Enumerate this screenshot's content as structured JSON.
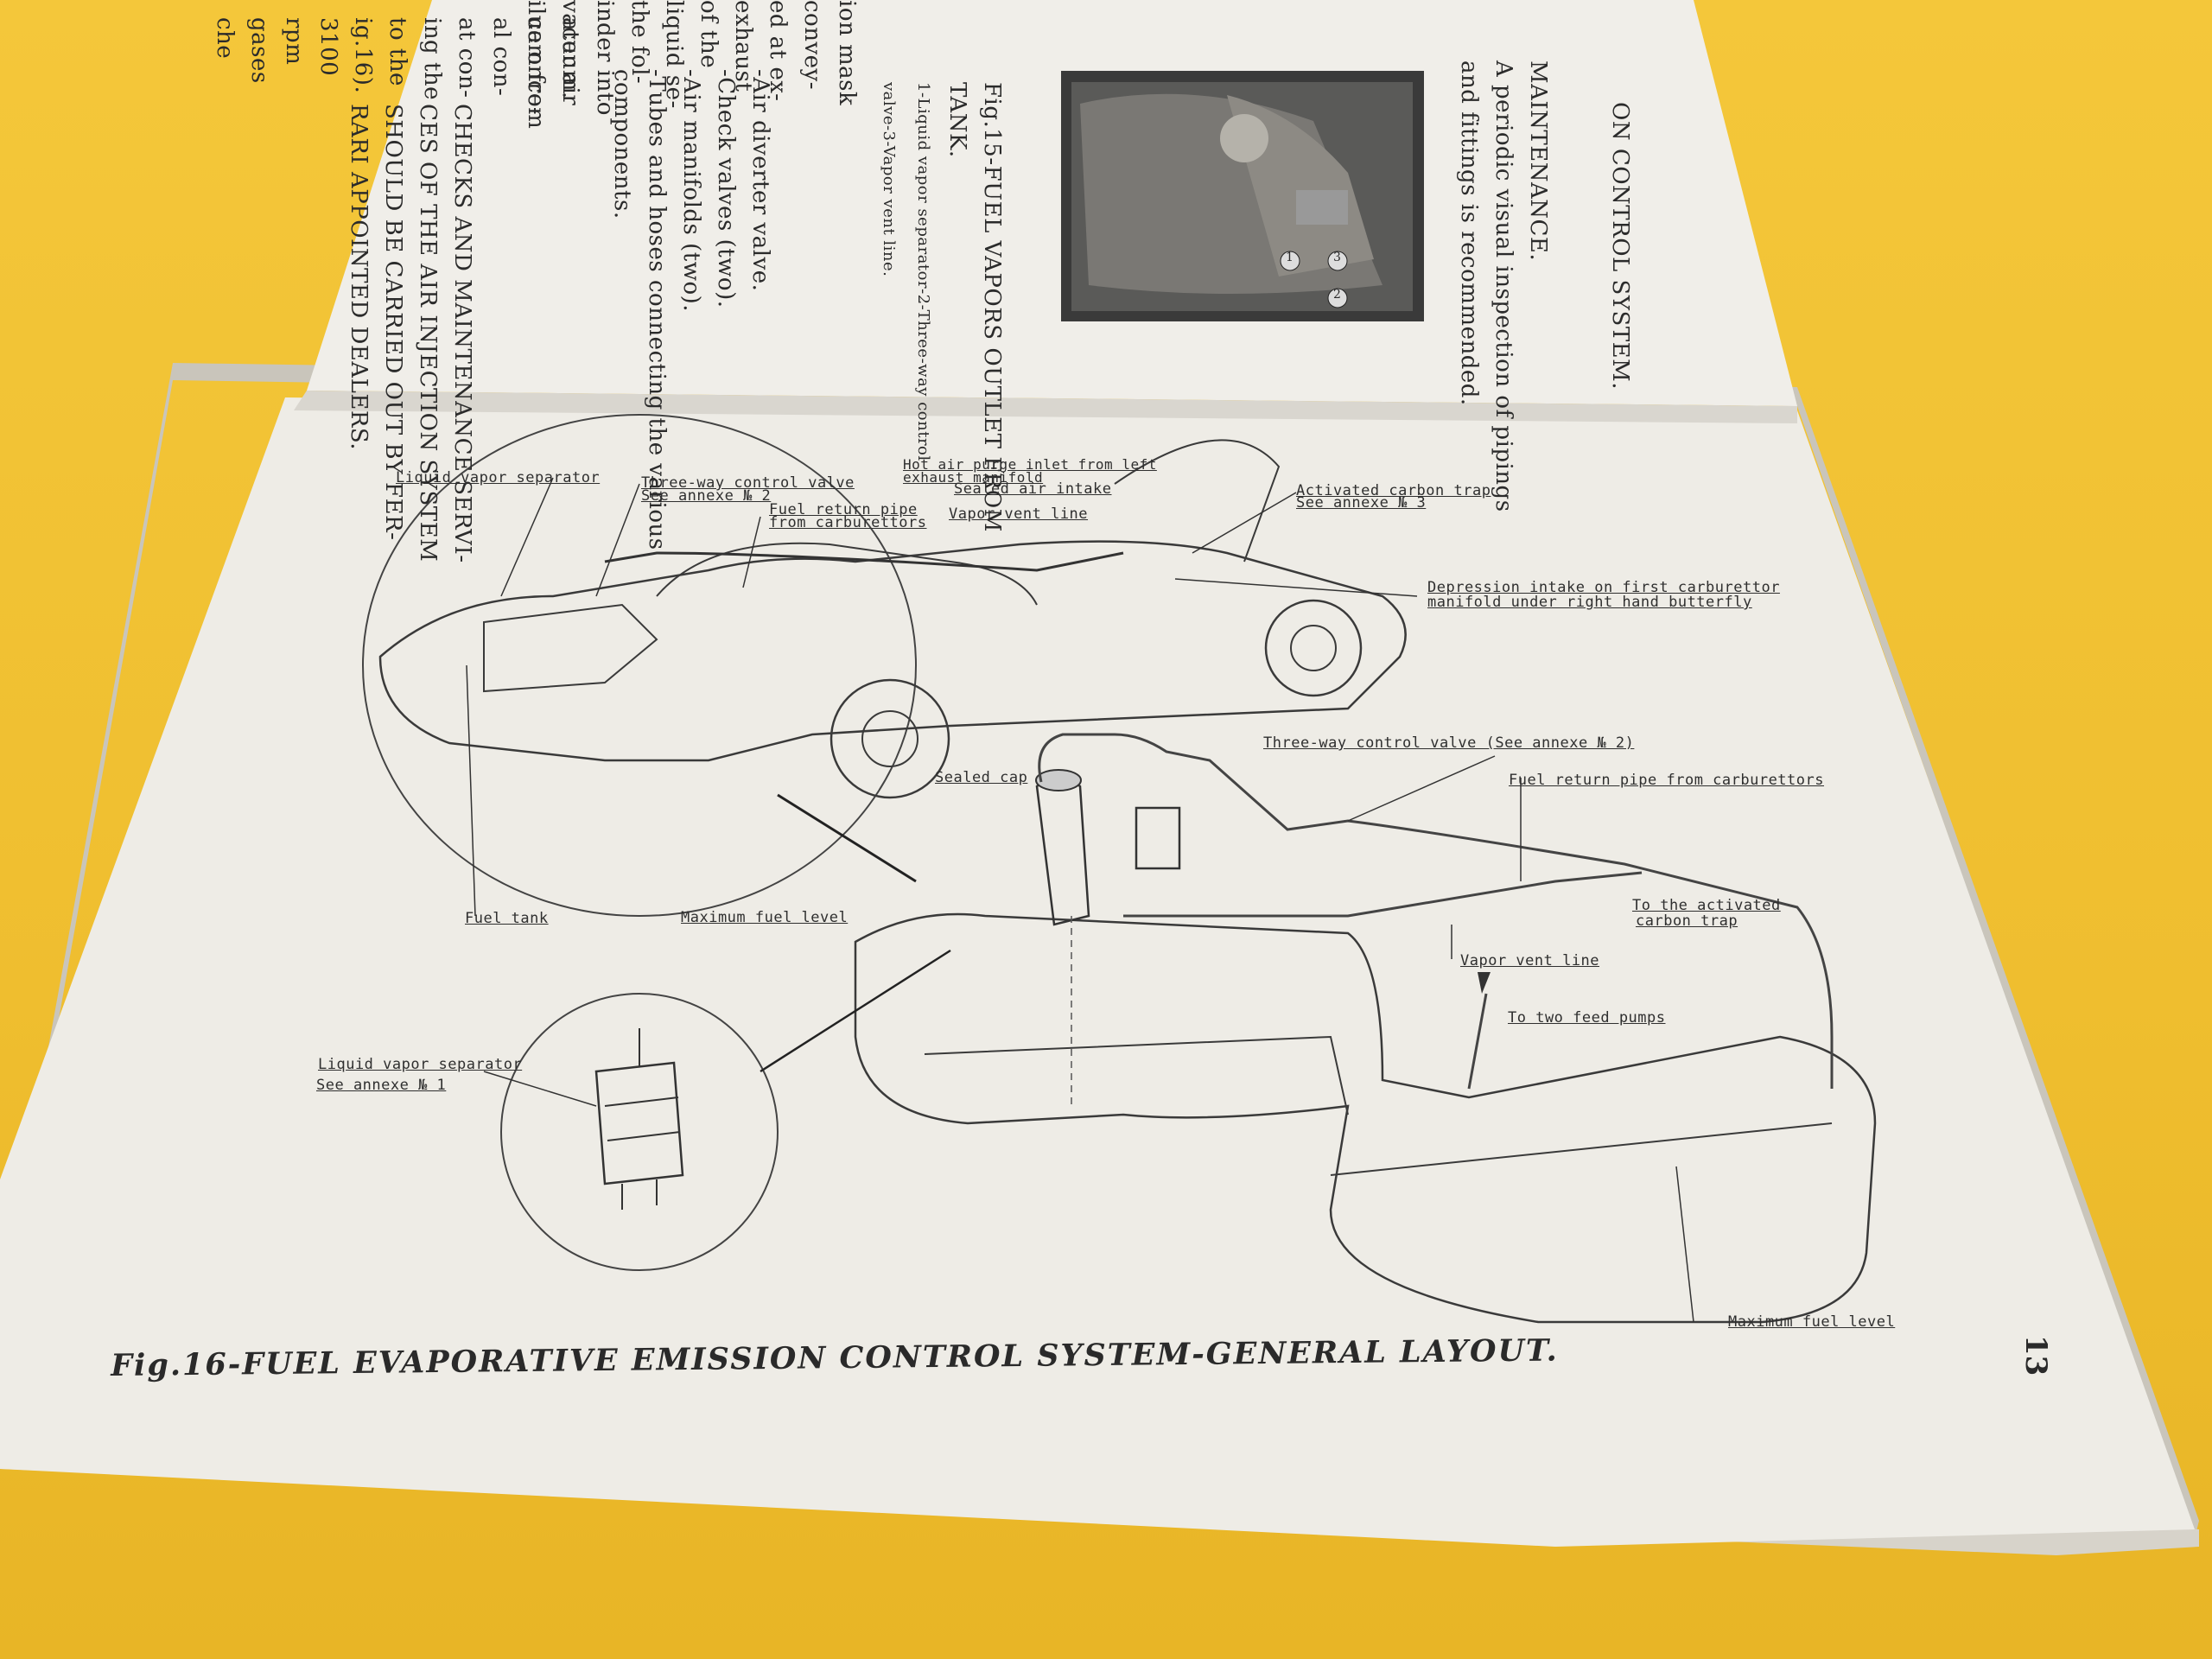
{
  "upper_page": {
    "heading": "ON CONTROL SYSTEM.",
    "maintenance_heading": "MAINTENANCE.",
    "maintenance_lines": [
      "A periodic visual inspection of pipings",
      "and fittings is recommended."
    ],
    "fig15_lines": [
      "Fig.15-FUEL VAPORS OUTLET FROM",
      "TANK.",
      "1-Liquid vapor separator-2-Three-way control",
      "valve-3-Vapor vent line."
    ],
    "photo_callouts": [
      "1",
      "2",
      "3"
    ],
    "left_column_fragments": [
      "ion mask",
      "convey-",
      "ed at ex-",
      "exhaust",
      "",
      "of the",
      "",
      "liquid se-",
      "",
      "the fol-",
      "inder into",
      "vacuum.",
      "ilue once-"
    ],
    "edge_column_fragments": [
      "ater air",
      "cam from",
      "al con-",
      "",
      "at con-",
      "ing the",
      "to the",
      "ig.16).",
      "3100",
      "rpm",
      "gases",
      "che"
    ],
    "component_list": [
      "-Air diverter valve.",
      "-Check valves (two).",
      "-Air manifolds (two).",
      "-Tubes and hoses connecting the various",
      "components."
    ],
    "service_note": [
      "CHECKS AND MAINTENANCE SERVI-",
      "CES OF THE AIR INJECTION SYSTEM",
      "SHOULD BE CARRIED OUT BY FER-",
      "RARI APPOINTED DEALERS."
    ]
  },
  "diagram_labels": {
    "liquid_vapor_separator_top": "Liquid vapor separator",
    "three_way_top_1": "Three-way control valve",
    "three_way_top_2": "See annexe № 2",
    "fuel_return_top_1": "Fuel return pipe",
    "fuel_return_top_2": "from carburettors",
    "hot_air_1": "Hot air purge inlet from left",
    "hot_air_2": "exhaust manifold",
    "sealed_air_intake": "Sealed air intake",
    "vapor_vent_top": "Vapor vent line",
    "carbon_trap_1": "Activated carbon trap",
    "carbon_trap_2": "See annexe № 3",
    "depression_1": "Depression intake on first carburettor",
    "depression_2": "manifold under right hand butterfly",
    "three_way_right": "Three-way control valve (See annexe № 2)",
    "sealed_cap": "Sealed cap",
    "fuel_return_right": "Fuel return pipe from carburettors",
    "to_carbon_1": "To the activated",
    "to_carbon_2": "carbon trap",
    "fuel_tank": "Fuel tank",
    "max_fuel_top": "Maximum fuel level",
    "vapor_vent_right": "Vapor vent line",
    "feed_pumps": "To two feed pumps",
    "liquid_sep_inset_1": "Liquid vapor separator",
    "liquid_sep_inset_2": "See annexe № 1",
    "max_fuel_bottom": "Maximum fuel level"
  },
  "caption": "Fig.16-FUEL EVAPORATIVE EMISSION CONTROL SYSTEM-GENERAL LAYOUT.",
  "page_number": "13"
}
